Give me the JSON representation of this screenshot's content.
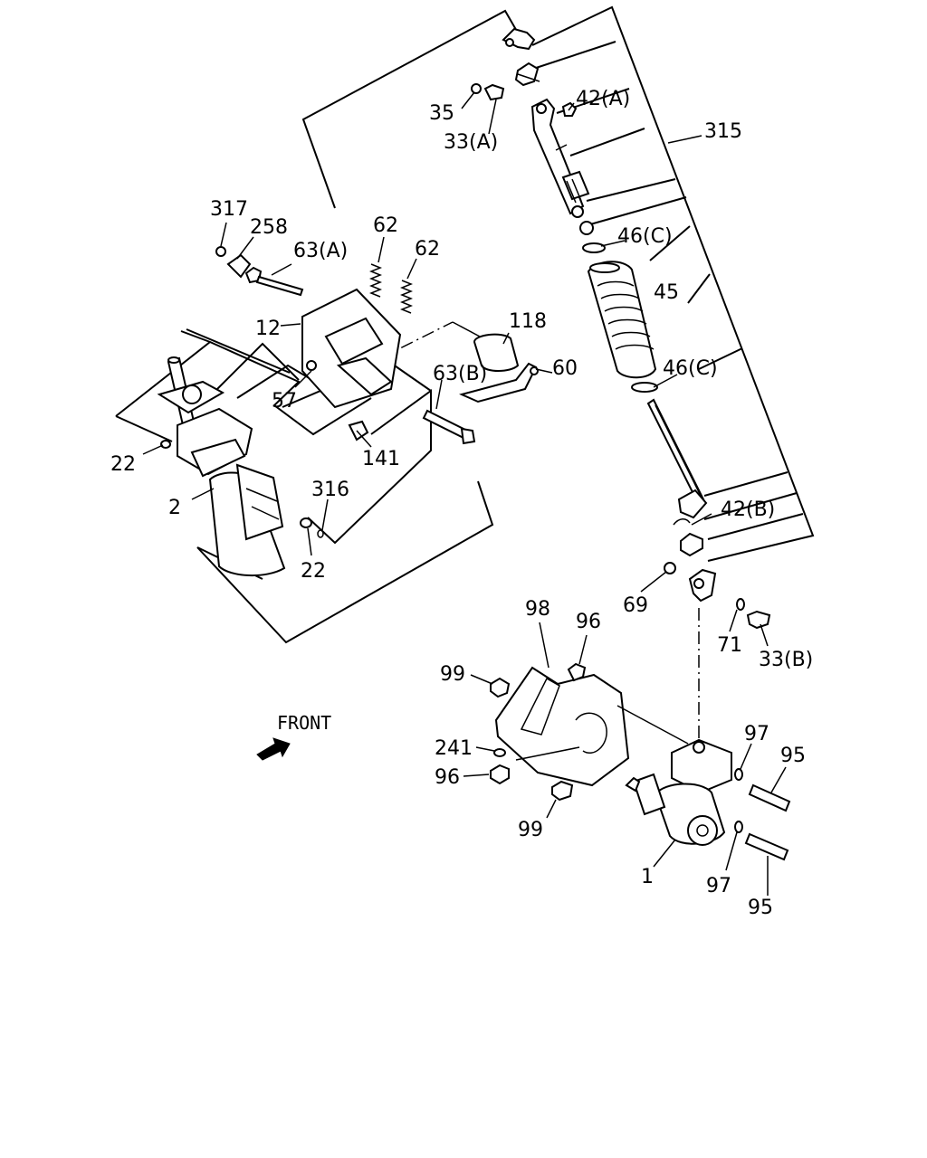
{
  "labels": {
    "l317": "317",
    "l258": "258",
    "l63a": "63(A)",
    "l62a": "62",
    "l62b": "62",
    "l12": "12",
    "l118": "118",
    "l60": "60",
    "l63b": "63(B)",
    "l57": "57",
    "l141": "141",
    "l22a": "22",
    "l22b": "22",
    "l2": "2",
    "l316": "316",
    "l35": "35",
    "l33a": "33(A)",
    "l42a": "42(A)",
    "l315": "315",
    "l46c_top": "46(C)",
    "l45": "45",
    "l46c_bot": "46(C)",
    "l42b": "42(B)",
    "l69": "69",
    "l71": "71",
    "l33b": "33(B)",
    "l98": "98",
    "l96a": "96",
    "l99a": "99",
    "l241": "241",
    "l96b": "96",
    "l99b": "99",
    "l97a": "97",
    "l95a": "95",
    "l1": "1",
    "l97b": "97",
    "l95b": "95"
  },
  "front_marker": {
    "label": "FRONT"
  }
}
